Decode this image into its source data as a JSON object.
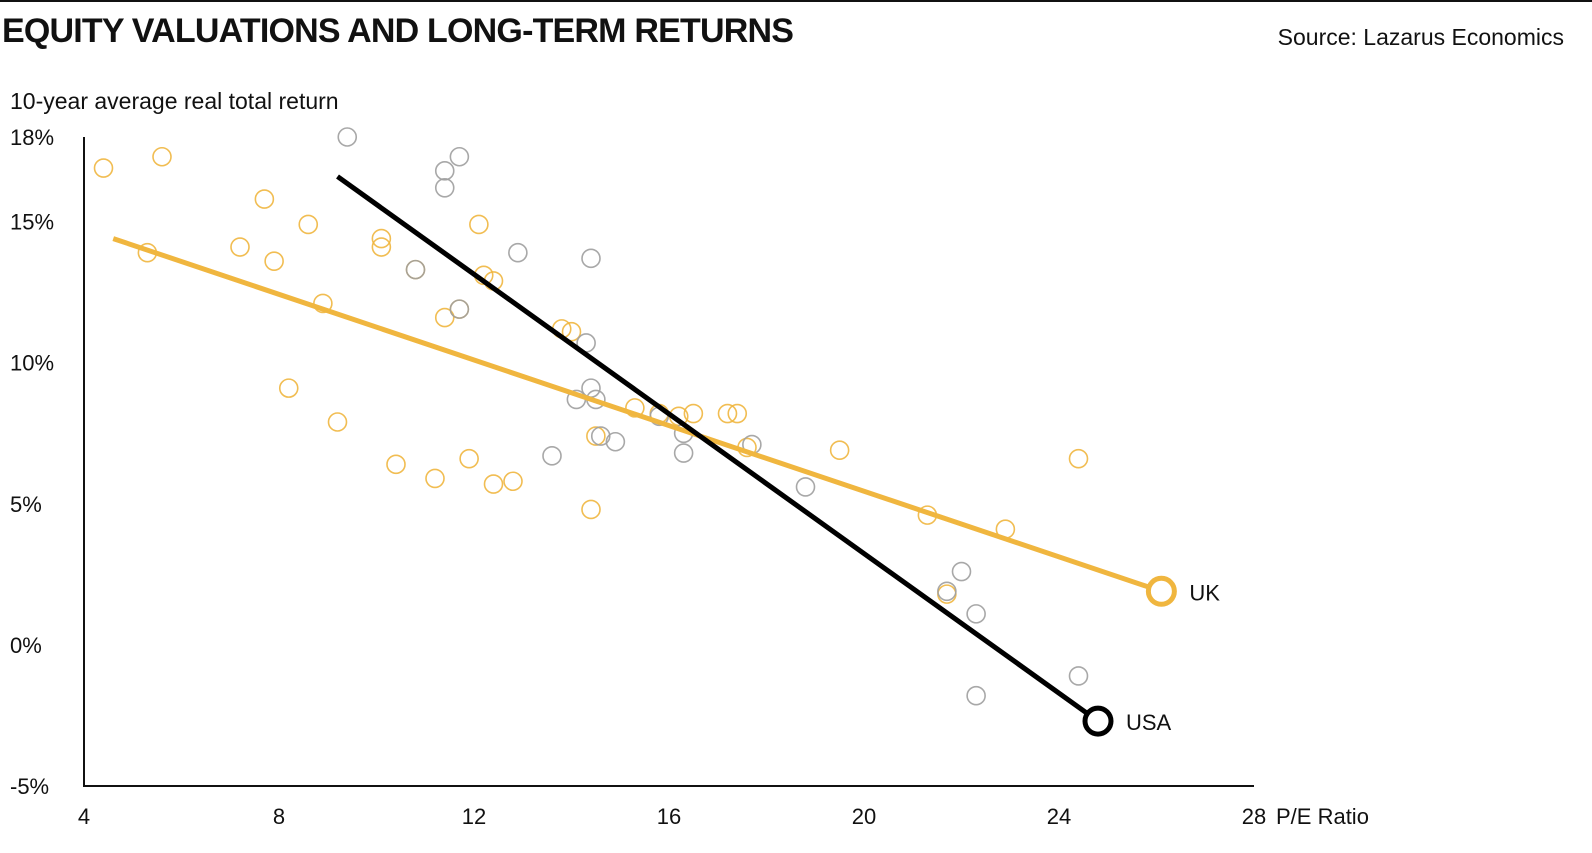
{
  "header": {
    "title": "EQUITY VALUATIONS AND LONG-TERM RETURNS",
    "source": "Source: Lazarus Economics"
  },
  "chart_data": {
    "type": "scatter",
    "ylabel": "10-year average real total return",
    "xlabel": "P/E Ratio",
    "xlim": [
      4,
      28
    ],
    "ylim": [
      -5,
      18
    ],
    "x_ticks": [
      4,
      8,
      12,
      16,
      20,
      24,
      28
    ],
    "y_ticks": [
      {
        "value": 18,
        "label": "18%"
      },
      {
        "value": 15,
        "label": "15%"
      },
      {
        "value": 10,
        "label": "10%"
      },
      {
        "value": 5,
        "label": "5%"
      },
      {
        "value": 0,
        "label": "0%"
      },
      {
        "value": -5,
        "label": "-5%"
      }
    ],
    "grid": false,
    "series": [
      {
        "name": "UK",
        "color": "#f0b63f",
        "points": [
          [
            4.4,
            16.9
          ],
          [
            5.6,
            17.3
          ],
          [
            5.3,
            13.9
          ],
          [
            7.2,
            14.1
          ],
          [
            7.7,
            15.8
          ],
          [
            7.9,
            13.6
          ],
          [
            8.6,
            14.9
          ],
          [
            8.9,
            12.1
          ],
          [
            8.2,
            9.1
          ],
          [
            9.2,
            7.9
          ],
          [
            10.1,
            14.4
          ],
          [
            10.1,
            14.1
          ],
          [
            10.8,
            13.3
          ],
          [
            10.4,
            6.4
          ],
          [
            11.2,
            5.9
          ],
          [
            11.4,
            11.6
          ],
          [
            11.7,
            11.9
          ],
          [
            12.1,
            14.9
          ],
          [
            11.9,
            6.6
          ],
          [
            12.2,
            13.1
          ],
          [
            12.4,
            12.9
          ],
          [
            12.4,
            5.7
          ],
          [
            12.8,
            5.8
          ],
          [
            13.8,
            11.2
          ],
          [
            14.0,
            11.1
          ],
          [
            14.4,
            4.8
          ],
          [
            14.5,
            7.4
          ],
          [
            15.3,
            8.4
          ],
          [
            15.8,
            8.2
          ],
          [
            16.2,
            8.1
          ],
          [
            16.5,
            8.2
          ],
          [
            17.2,
            8.2
          ],
          [
            17.4,
            8.2
          ],
          [
            17.6,
            7.0
          ],
          [
            19.5,
            6.9
          ],
          [
            21.3,
            4.6
          ],
          [
            21.7,
            1.8
          ],
          [
            22.9,
            4.1
          ],
          [
            24.4,
            6.6
          ]
        ]
      },
      {
        "name": "USA",
        "color": "#9e9e9e",
        "points": [
          [
            9.4,
            18.0
          ],
          [
            10.8,
            13.3
          ],
          [
            11.4,
            16.8
          ],
          [
            11.4,
            16.2
          ],
          [
            11.7,
            17.3
          ],
          [
            11.7,
            11.9
          ],
          [
            12.9,
            13.9
          ],
          [
            13.6,
            6.7
          ],
          [
            14.1,
            8.7
          ],
          [
            14.3,
            10.7
          ],
          [
            14.4,
            13.7
          ],
          [
            14.4,
            9.1
          ],
          [
            14.5,
            8.7
          ],
          [
            14.6,
            7.4
          ],
          [
            14.9,
            7.2
          ],
          [
            15.8,
            8.1
          ],
          [
            16.3,
            7.5
          ],
          [
            16.3,
            6.8
          ],
          [
            17.7,
            7.1
          ],
          [
            18.8,
            5.6
          ],
          [
            21.7,
            1.9
          ],
          [
            22.0,
            2.6
          ],
          [
            22.3,
            1.1
          ],
          [
            22.3,
            -1.8
          ],
          [
            24.4,
            -1.1
          ]
        ]
      }
    ],
    "trendlines": [
      {
        "name": "UK",
        "color": "#f0b63f",
        "x0": 4.6,
        "y0": 14.4,
        "x1": 26.1,
        "y1": 1.9
      },
      {
        "name": "USA",
        "color": "#000000",
        "x0": 9.2,
        "y0": 16.6,
        "x1": 24.8,
        "y1": -2.7
      }
    ]
  }
}
